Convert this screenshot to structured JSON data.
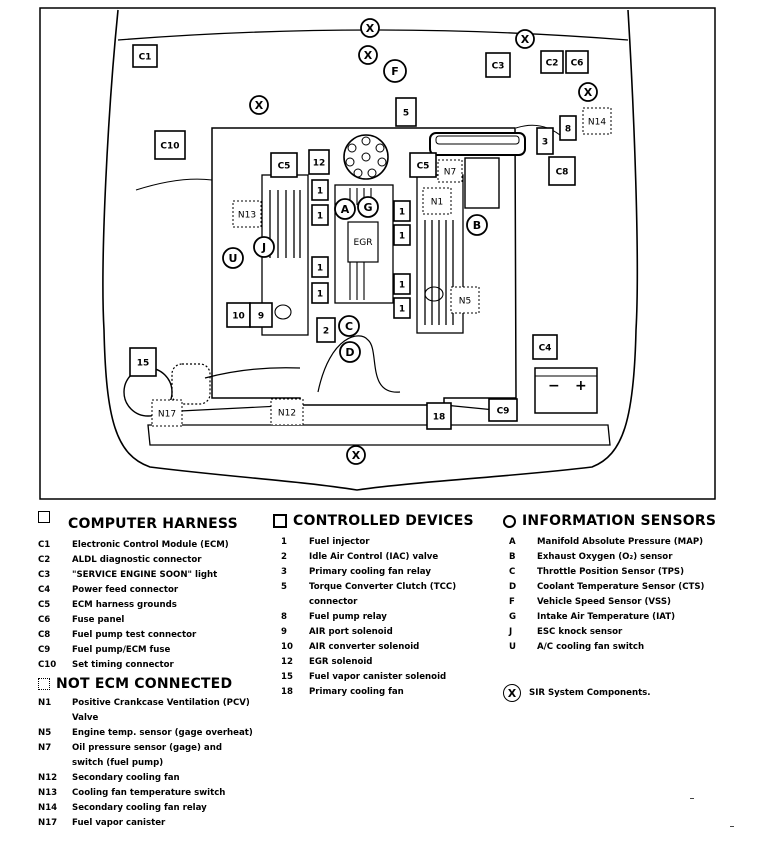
{
  "diagram": {
    "squares": [
      {
        "key": "c1",
        "label": "C1"
      },
      {
        "key": "c2",
        "label": "C2"
      },
      {
        "key": "c6",
        "label": "C6"
      },
      {
        "key": "c3",
        "label": "C3"
      },
      {
        "key": "c10",
        "label": "C10"
      },
      {
        "key": "c5a",
        "label": "C5"
      },
      {
        "key": "c5b",
        "label": "C5"
      },
      {
        "key": "c8",
        "label": "C8"
      },
      {
        "key": "c4",
        "label": "C4"
      },
      {
        "key": "c9",
        "label": "C9"
      },
      {
        "key": "d5",
        "label": "5"
      },
      {
        "key": "d12",
        "label": "12"
      },
      {
        "key": "d3",
        "label": "3"
      },
      {
        "key": "d8",
        "label": "8"
      },
      {
        "key": "d1a",
        "label": "1"
      },
      {
        "key": "d1b",
        "label": "1"
      },
      {
        "key": "d1c",
        "label": "1"
      },
      {
        "key": "d1d",
        "label": "1"
      },
      {
        "key": "d1e",
        "label": "1"
      },
      {
        "key": "d1f",
        "label": "1"
      },
      {
        "key": "d1g",
        "label": "1"
      },
      {
        "key": "d1h",
        "label": "1"
      },
      {
        "key": "d10",
        "label": "10"
      },
      {
        "key": "d9",
        "label": "9"
      },
      {
        "key": "d2",
        "label": "2"
      },
      {
        "key": "d15",
        "label": "15"
      },
      {
        "key": "d18",
        "label": "18"
      }
    ],
    "dashed": [
      {
        "key": "n14",
        "label": "N14"
      },
      {
        "key": "n7",
        "label": "N7"
      },
      {
        "key": "n1",
        "label": "N1"
      },
      {
        "key": "n13",
        "label": "N13"
      },
      {
        "key": "n5",
        "label": "N5"
      },
      {
        "key": "n17",
        "label": "N17"
      },
      {
        "key": "n12",
        "label": "N12"
      }
    ],
    "circles": [
      {
        "key": "a",
        "label": "A"
      },
      {
        "key": "g",
        "label": "G"
      },
      {
        "key": "b",
        "label": "B"
      },
      {
        "key": "j",
        "label": "J"
      },
      {
        "key": "u",
        "label": "U"
      },
      {
        "key": "c",
        "label": "C"
      },
      {
        "key": "d",
        "label": "D"
      },
      {
        "key": "f",
        "label": "F"
      },
      {
        "key": "x1",
        "label": "X"
      },
      {
        "key": "x2",
        "label": "X"
      },
      {
        "key": "x3",
        "label": "X"
      },
      {
        "key": "x4",
        "label": "X"
      },
      {
        "key": "x5",
        "label": "X"
      },
      {
        "key": "x6",
        "label": "X"
      }
    ],
    "egr_label": "EGR",
    "battery_neg": "−",
    "battery_pos": "+"
  },
  "computer_harness": {
    "title": "COMPUTER HARNESS",
    "items": [
      {
        "code": "C1",
        "desc": "Electronic Control Module (ECM)"
      },
      {
        "code": "C2",
        "desc": "ALDL diagnostic connector"
      },
      {
        "code": "C3",
        "desc": "\"SERVICE ENGINE SOON\" light"
      },
      {
        "code": "C4",
        "desc": "Power feed connector"
      },
      {
        "code": "C5",
        "desc": "ECM harness grounds"
      },
      {
        "code": "C6",
        "desc": "Fuse panel"
      },
      {
        "code": "C8",
        "desc": "Fuel pump test connector"
      },
      {
        "code": "C9",
        "desc": "Fuel pump/ECM fuse"
      },
      {
        "code": "C10",
        "desc": "Set timing connector"
      }
    ]
  },
  "not_ecm_connected": {
    "title": "NOT ECM CONNECTED",
    "items": [
      {
        "code": "N1",
        "desc": "Positive Crankcase Ventilation (PCV)\nValve"
      },
      {
        "code": "N5",
        "desc": "Engine temp. sensor (gage overheat)"
      },
      {
        "code": "N7",
        "desc": "Oil pressure sensor (gage) and\nswitch (fuel pump)"
      },
      {
        "code": "N12",
        "desc": "Secondary cooling fan"
      },
      {
        "code": "N13",
        "desc": "Cooling fan temperature switch"
      },
      {
        "code": "N14",
        "desc": "Secondary cooling fan relay"
      },
      {
        "code": "N17",
        "desc": "Fuel vapor canister"
      }
    ]
  },
  "controlled_devices": {
    "title": "CONTROLLED DEVICES",
    "items": [
      {
        "code": "1",
        "desc": "Fuel injector"
      },
      {
        "code": "2",
        "desc": "Idle Air Control (IAC) valve"
      },
      {
        "code": "3",
        "desc": "Primary cooling fan relay"
      },
      {
        "code": "5",
        "desc": "Torque Converter Clutch (TCC)\nconnector"
      },
      {
        "code": "8",
        "desc": "Fuel pump relay"
      },
      {
        "code": "9",
        "desc": "AIR port solenoid"
      },
      {
        "code": "10",
        "desc": "AIR converter solenoid"
      },
      {
        "code": "12",
        "desc": "EGR solenoid"
      },
      {
        "code": "15",
        "desc": "Fuel vapor canister solenoid"
      },
      {
        "code": "18",
        "desc": "Primary cooling fan"
      }
    ]
  },
  "information_sensors": {
    "title": "INFORMATION SENSORS",
    "items": [
      {
        "code": "A",
        "desc": "Manifold Absolute Pressure (MAP)"
      },
      {
        "code": "B",
        "desc": "Exhaust Oxygen (O₂) sensor"
      },
      {
        "code": "C",
        "desc": "Throttle Position Sensor (TPS)"
      },
      {
        "code": "D",
        "desc": "Coolant Temperature Sensor (CTS)"
      },
      {
        "code": "F",
        "desc": "Vehicle Speed  Sensor (VSS)"
      },
      {
        "code": "G",
        "desc": "Intake Air Temperature (IAT)"
      },
      {
        "code": "J",
        "desc": "ESC knock sensor"
      },
      {
        "code": "U",
        "desc": "A/C cooling fan switch"
      }
    ]
  },
  "sir_note": {
    "symbol": "X",
    "text": "SIR System Components."
  }
}
